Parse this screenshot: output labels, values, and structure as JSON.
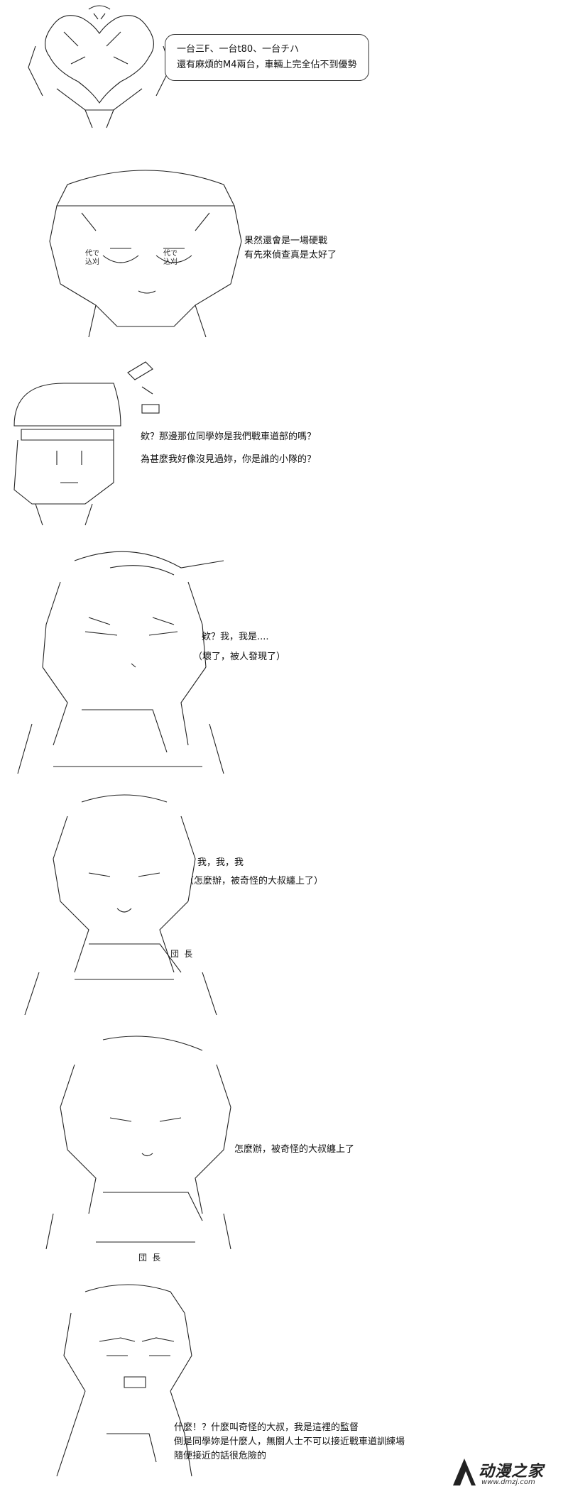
{
  "panels": [
    {
      "id": "p1",
      "lines": [
        "一台三F、一台t80、一台チハ",
        "還有麻煩的M4兩台，車輛上完全佔不到優勢"
      ]
    },
    {
      "id": "p2",
      "lines": [
        "果然還會是一場硬戰",
        "有先來偵查真是太好了"
      ],
      "art_text": [
        "代で",
        "込刈",
        "代で",
        "込刈"
      ]
    },
    {
      "id": "p3",
      "lines": [
        "欸？那邊那位同學妳是我們戰車道部的嗎？",
        "為甚麼我好像沒見過妳，你是誰的小隊的？"
      ]
    },
    {
      "id": "p4",
      "lines": [
        "欸？我，我是....",
        "（壞了，被人發現了）"
      ]
    },
    {
      "id": "p5",
      "lines": [
        "我，我，我",
        "（怎麼辦，被奇怪的大叔纏上了）"
      ],
      "art_text": [
        "団 長"
      ]
    },
    {
      "id": "p6",
      "lines": [
        "怎麼辦，被奇怪的大叔纏上了"
      ],
      "art_text": [
        "団 長"
      ]
    },
    {
      "id": "p7",
      "lines": [
        "什麼！？什麼叫奇怪的大叔，我是這裡的監督",
        "倒是同學妳是什麼人，無關人士不可以接近戰車道訓練場",
        "隨便接近的話很危險的"
      ]
    }
  ],
  "watermark": {
    "title": "动漫之家",
    "url": "www.dmzj.com"
  }
}
